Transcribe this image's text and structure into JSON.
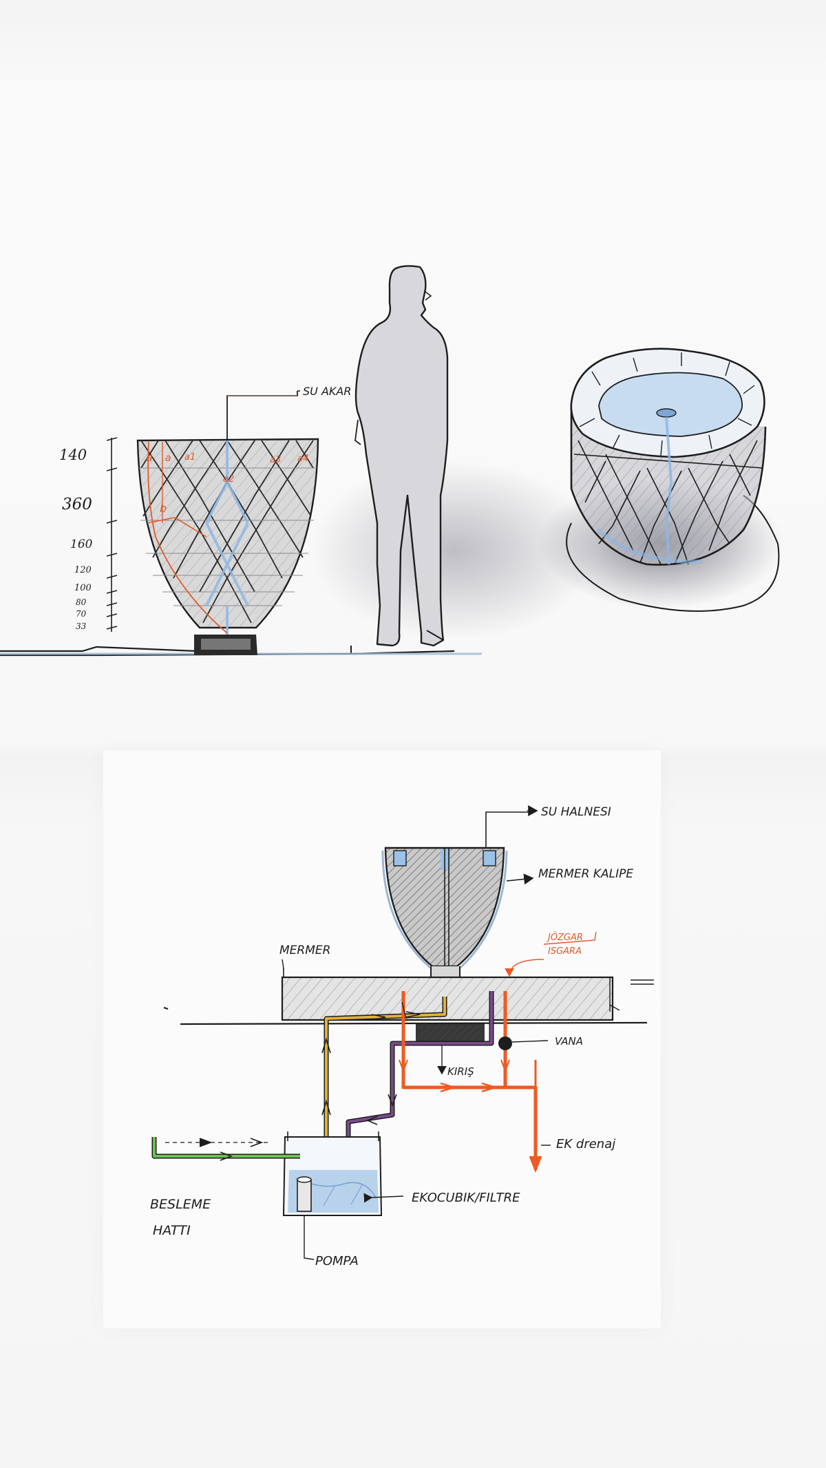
{
  "elevation": {
    "water_label": "SU AKAR",
    "dimensions": [
      "140",
      "360",
      "160",
      "120",
      "100",
      "80",
      "70",
      "33"
    ],
    "cell_labels": [
      "a",
      "a",
      "a1",
      "a2",
      "a3",
      "a4"
    ],
    "side_label": "b"
  },
  "section": {
    "labels": {
      "water_pipe": "SU HALNESI",
      "marble_bowl": "MERMER KALIPE",
      "marble": "MERMER",
      "overflow_line1": "JÖZGAR",
      "overflow_line2": "ISGARA",
      "valve": "VANA",
      "beam": "KIRIŞ",
      "drain": "EK drenaj",
      "filter": "EKOCUBIK/FILTRE",
      "feed_line_1": "BESLEME",
      "feed_line_2": "HATTI",
      "pump": "POMPA"
    },
    "colors": {
      "supply": "#e2b13a",
      "return": "#7a4a8a",
      "drain": "#ee5a22",
      "feed": "#6dc24f",
      "water": "#a9c8e8"
    }
  }
}
